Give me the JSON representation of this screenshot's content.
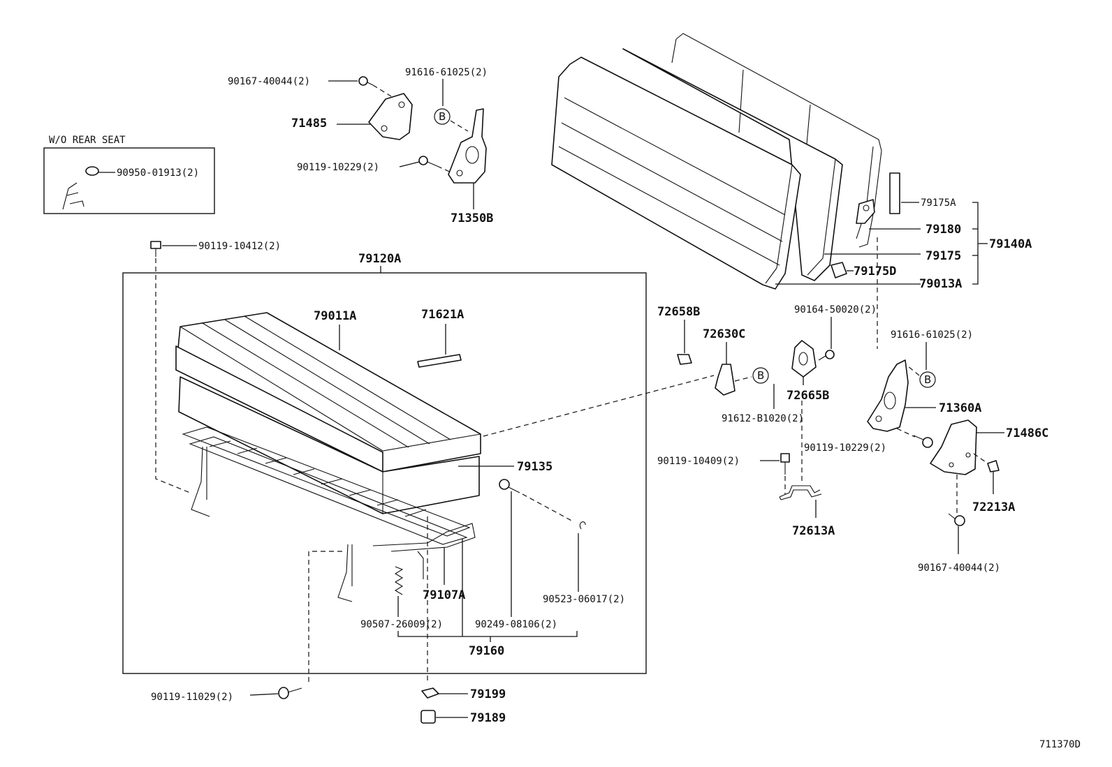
{
  "inset": {
    "title": "W/O REAR SEAT",
    "part": "90950-01913(2)"
  },
  "seat_cushion": {
    "group": "79120A",
    "cushion": "79011A",
    "label_part": "71621A",
    "frame_pad": "79135",
    "spring_hook": "79107A",
    "spring": "90507-26009(2)",
    "pin": "90249-08106(2)",
    "clip": "90523-06017(2)",
    "frame_assy": "79160",
    "front_bolt": "90119-11029(2)",
    "rear_bolt": "90119-10412(2)",
    "cap": "79199",
    "stopper": "79189"
  },
  "left_hinge": {
    "screw": "90167-40044(2)",
    "pin": "91616-61025(2)",
    "cover": "71485",
    "bolt": "90119-10229(2)",
    "hinge": "71350B",
    "ref": "B"
  },
  "seatback": {
    "group": "79140A",
    "label": "79175A",
    "hinge": "79180",
    "board": "79175",
    "lock": "79175D",
    "cover": "79013A"
  },
  "belt_area": {
    "cap": "72658B",
    "bracket": "72630C",
    "anchor": "72665B",
    "bolt_top": "90164-50020(2)",
    "bolt_side": "91612-B1020(2)",
    "bolt_low": "90119-10409(2)",
    "strap": "72613A",
    "ref": "B"
  },
  "right_hinge": {
    "pin": "91616-61025(2)",
    "hinge": "71360A",
    "bolt": "90119-10229(2)",
    "cover": "71486C",
    "cap": "72213A",
    "screw": "90167-40044(2)",
    "ref": "B"
  },
  "diagram_code": "711370D"
}
